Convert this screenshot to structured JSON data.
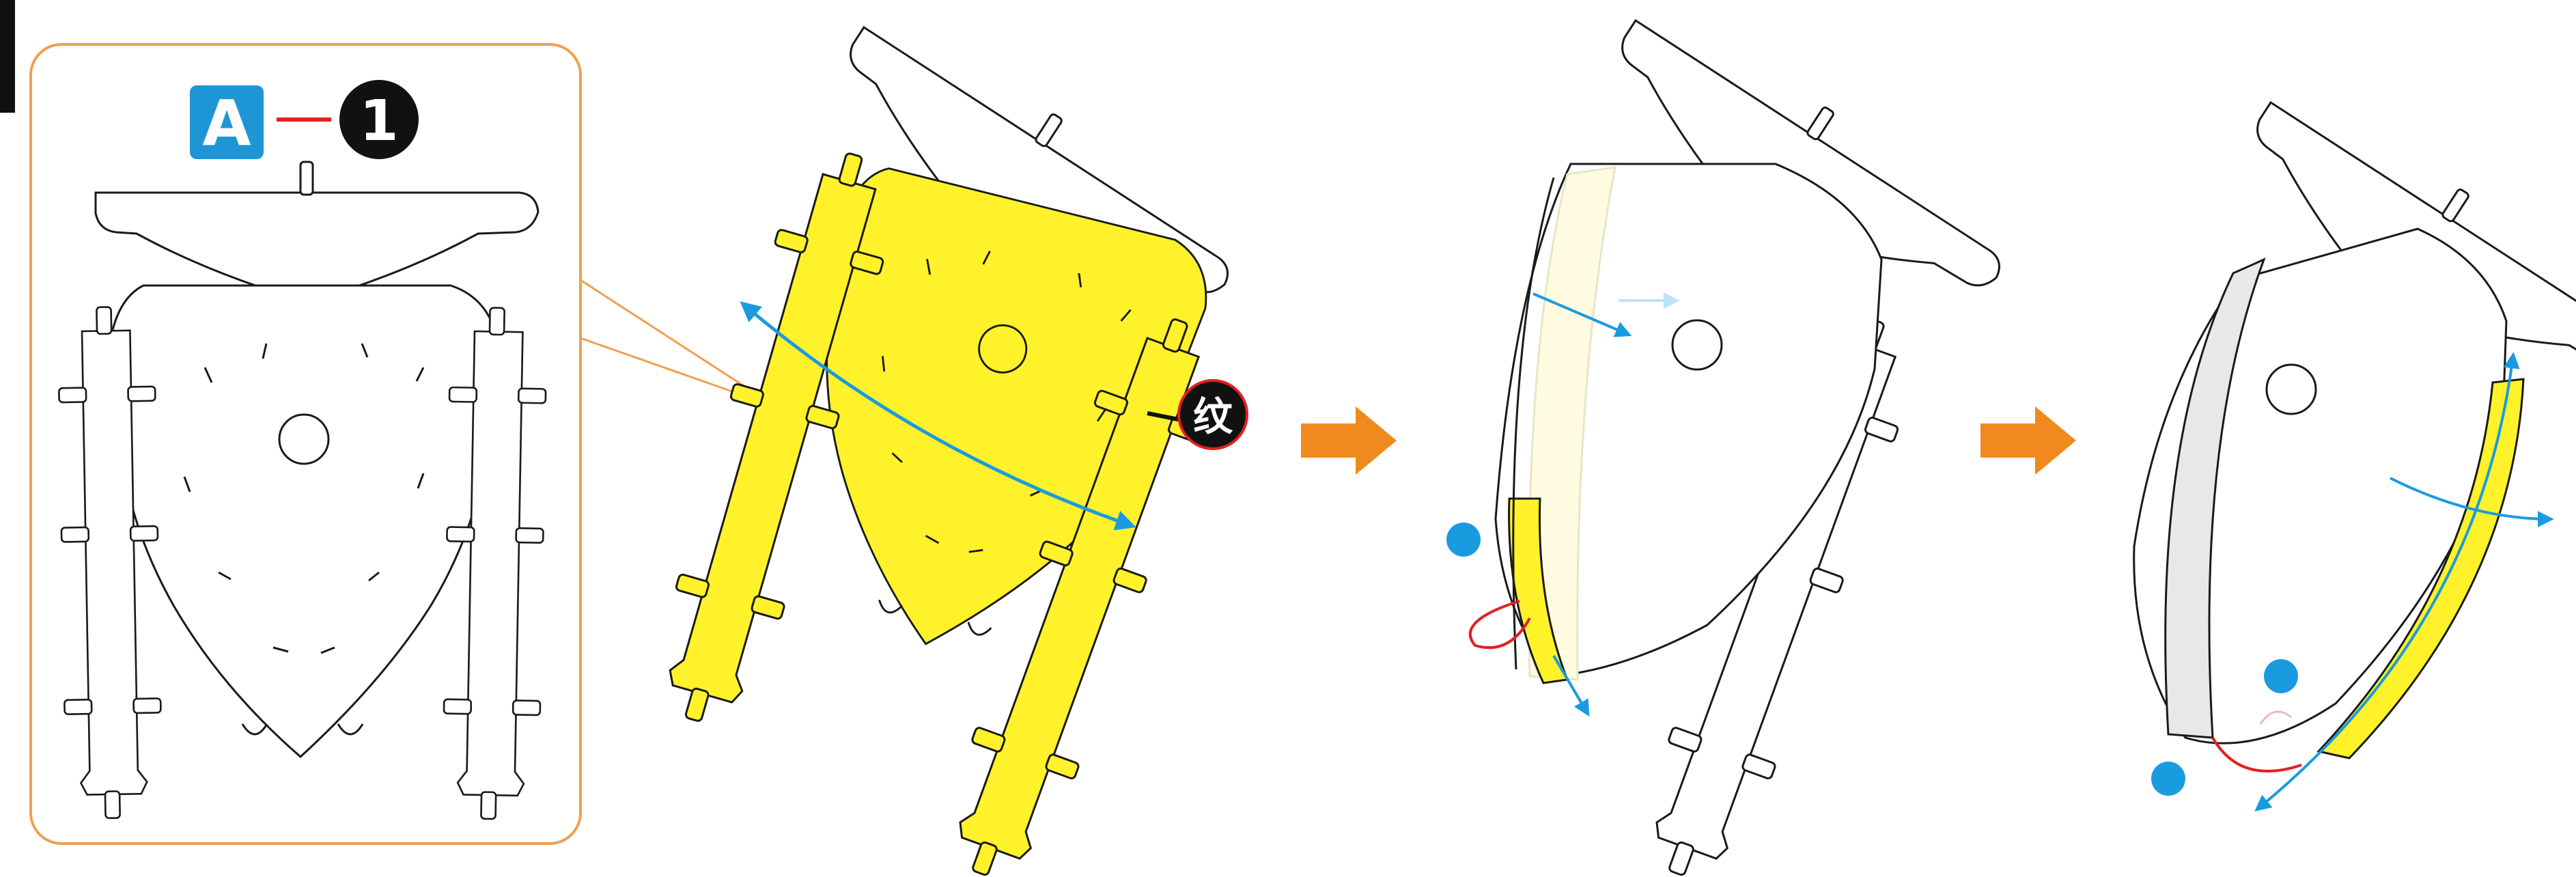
{
  "labels": {
    "sheet_letter": "A",
    "sheet_number": "1",
    "part_mark": "纹"
  },
  "colors": {
    "part_fill": "#fff22a",
    "outline": "#1a1a1a",
    "callout_border": "#f0a050",
    "letter_badge": "#1e96d6",
    "connector_red": "#e41f1f",
    "arrow_blue": "#1a9be0",
    "step_arrow": "#f08a1e",
    "dot_blue": "#1a9be0",
    "faded_fill": "#fffbe0",
    "shadow_grey": "#e8e8e8"
  },
  "icons": {
    "step_arrow": "right-arrow-icon",
    "bend_arrow": "double-headed-curved-arrow-icon",
    "fold_dot": "blue-dot-icon"
  }
}
